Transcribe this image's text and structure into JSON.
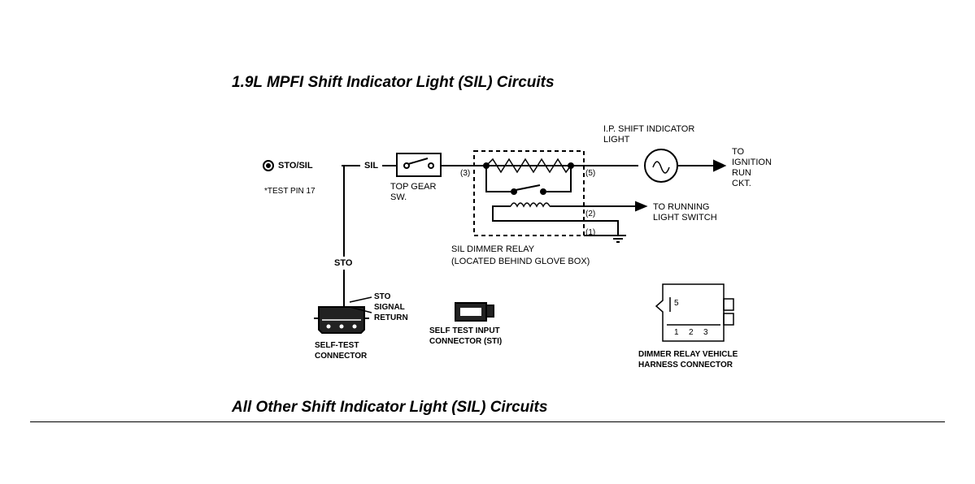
{
  "titles": {
    "main": "1.9L MPFI Shift Indicator Light (SIL) Circuits",
    "other": "All Other Shift Indicator Light (SIL) Circuits"
  },
  "labels": {
    "sto_sil": "STO/SIL",
    "sil": "SIL",
    "test_pin": "*TEST PIN 17",
    "top_gear_1": "TOP GEAR",
    "top_gear_2": "SW.",
    "pin3": "(3)",
    "pin5": "(5)",
    "pin2": "(2)",
    "pin1": "(1)",
    "ip_light_1": "I.P. SHIFT INDICATOR",
    "ip_light_2": "LIGHT",
    "to_ignition_1": "TO",
    "to_ignition_2": "IGNITION",
    "to_ignition_3": "RUN",
    "to_ignition_4": "CKT.",
    "to_running_1": "TO RUNNING",
    "to_running_2": "LIGHT SWITCH",
    "relay_1": "SIL DIMMER RELAY",
    "relay_2": "(LOCATED BEHIND GLOVE BOX)",
    "sto": "STO",
    "sto_signal_1": "STO",
    "sto_signal_2": "SIGNAL",
    "sto_signal_3": "RETURN",
    "self_test_1": "SELF-TEST",
    "self_test_2": "CONNECTOR",
    "self_test_input_1": "SELF TEST INPUT",
    "self_test_input_2": "CONNECTOR (STI)",
    "harness_1": "DIMMER RELAY VEHICLE",
    "harness_2": "HARNESS CONNECTOR",
    "harness_pin5": "5",
    "harness_pin1": "1",
    "harness_pin2": "2",
    "harness_pin3": "3"
  }
}
